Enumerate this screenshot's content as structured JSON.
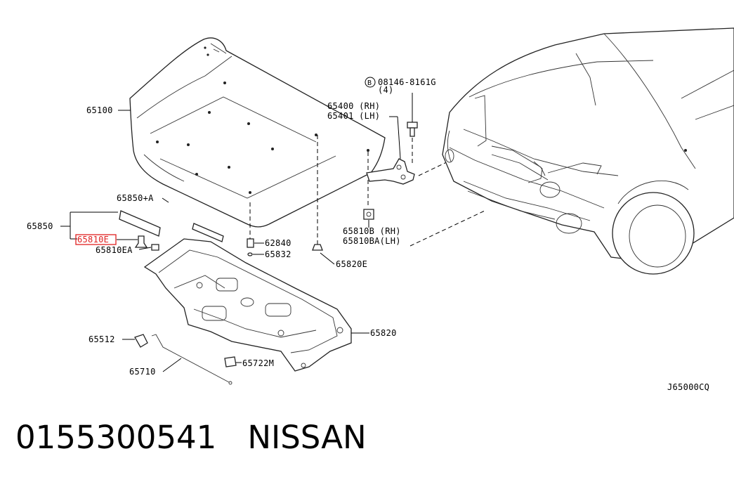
{
  "diagram": {
    "labels": {
      "hood": "65100",
      "bolt_spec": "08146-8161G",
      "bolt_qty": "(4)",
      "bolt_symbol": "B",
      "hinge_rh": "65400 (RH)",
      "hinge_lh": "65401 (LH)",
      "seal_a": "65850+A",
      "seal": "65850",
      "clip_highlighted": "65810E",
      "clip_ea": "65810EA",
      "bumper_rubber": "62840",
      "washer": "65832",
      "insulator_clip": "65820E",
      "stopper_rh": "65810B (RH)",
      "stopper_lh": "65810BA(LH)",
      "insulator": "65820",
      "grommet": "65512",
      "rod": "65710",
      "rod_clip": "65722M",
      "diagram_code": "J65000CQ"
    },
    "highlight_color": "#e02020"
  },
  "caption": {
    "part_number": "0155300541",
    "brand": "NISSAN"
  }
}
